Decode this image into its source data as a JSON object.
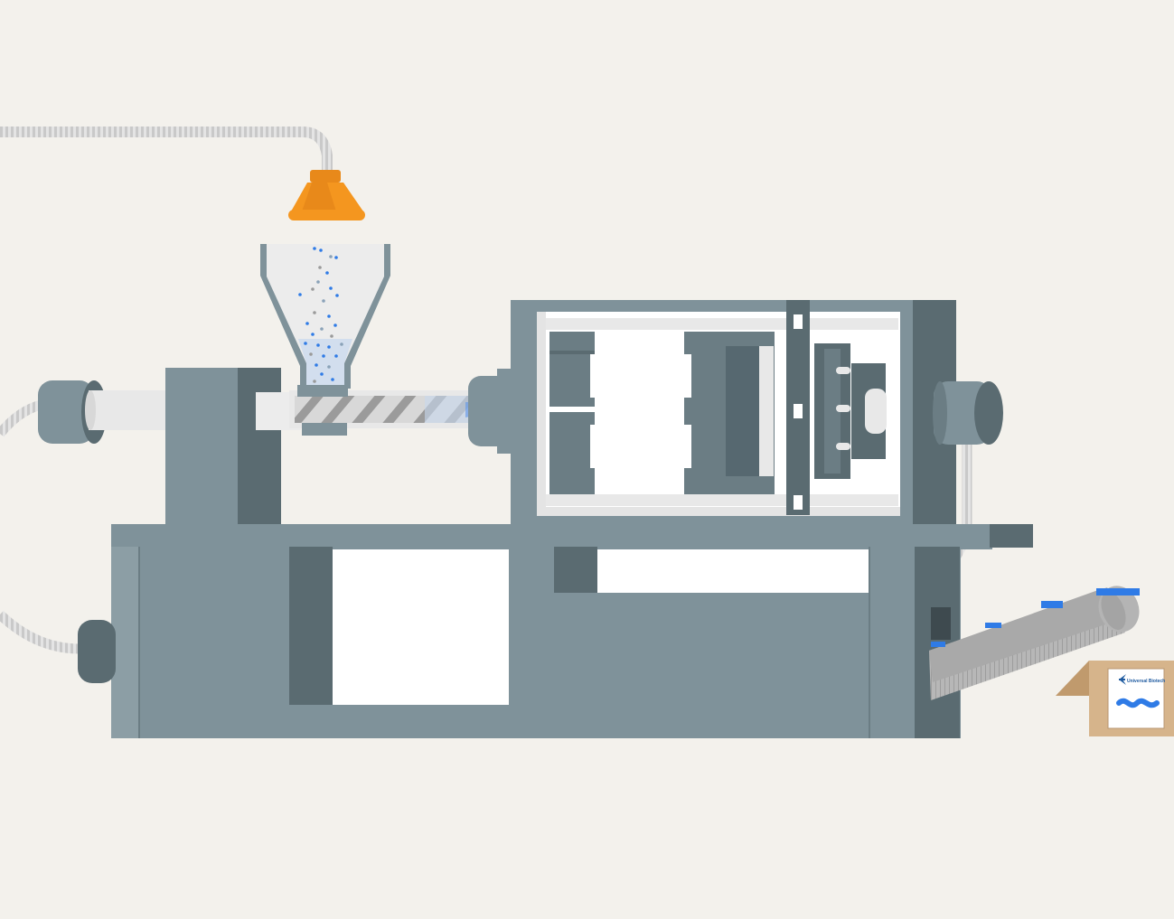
{
  "diagram": {
    "type": "injection-molding-machine-illustration",
    "components": [
      "material-feed-hose",
      "vacuum-loader-nozzle",
      "hopper-with-plastic-pellets",
      "injection-unit-motor",
      "barrel-with-screw",
      "molten-plastic-nozzle",
      "clamping-unit-with-mold",
      "clamp-hydraulic-cylinder",
      "machine-base",
      "conveyor-belt",
      "output-box"
    ],
    "box_label": "Universal Biotech"
  },
  "colors": {
    "background": "#f3f1ec",
    "machine": "#7f929a",
    "machine_dark": "#5a6b71",
    "machine_darker": "#46555a",
    "frame_light": "#e8e8e8",
    "accent_orange": "#f4961f",
    "plastic_blue": "#2f7be6",
    "conveyor_gray": "#a9a9a9",
    "box_cardboard": "#d6b48b",
    "hose": "#d9d9d9"
  }
}
